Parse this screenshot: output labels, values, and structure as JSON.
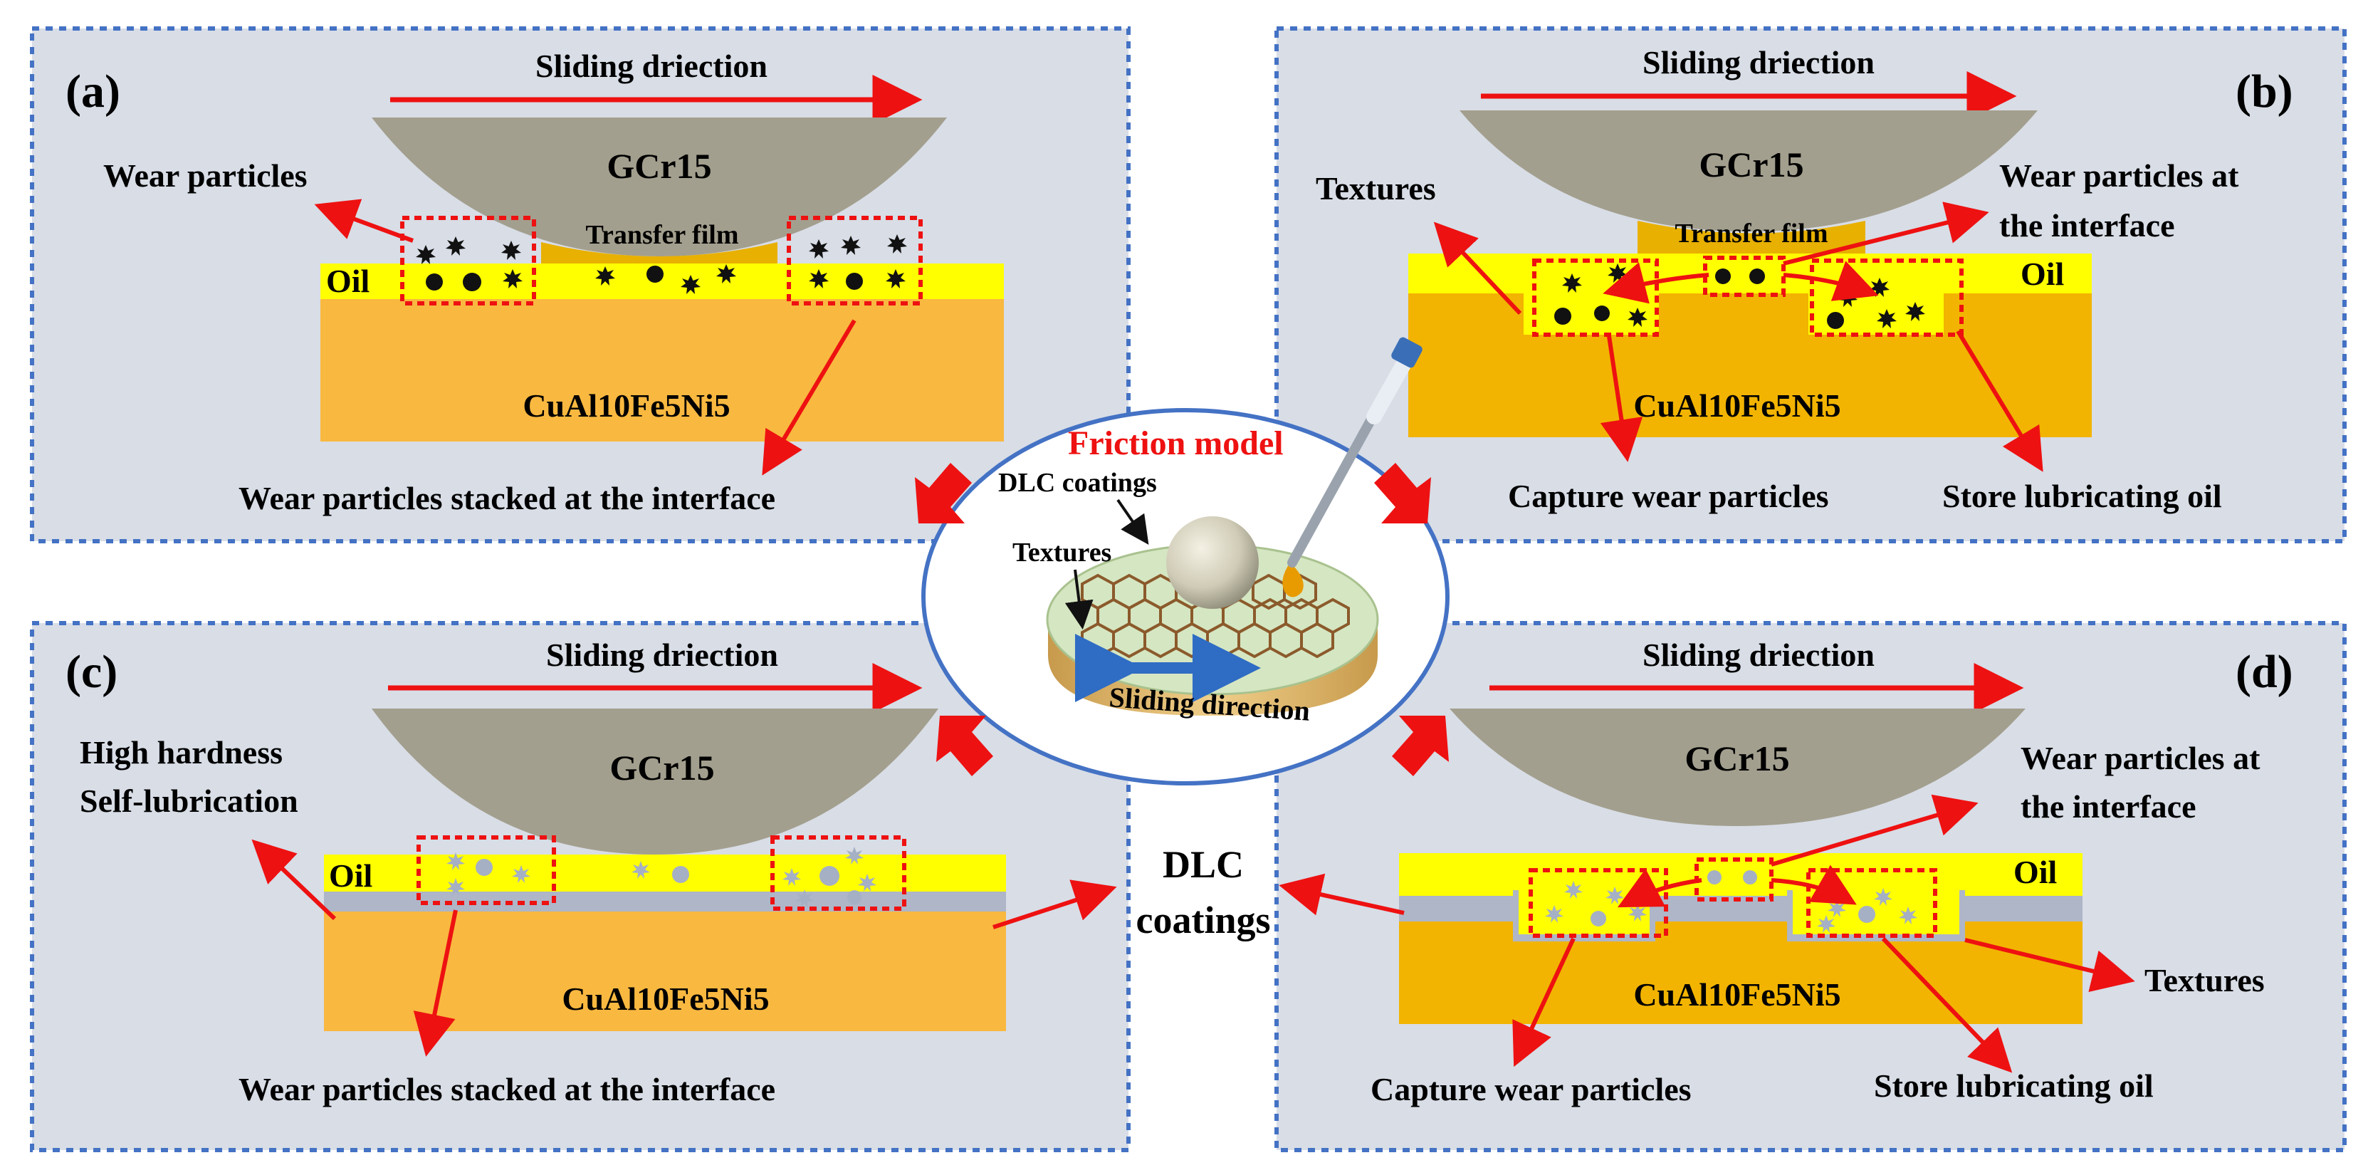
{
  "colors": {
    "panel_bg": "#d8dde6",
    "panel_border": "#4472c4",
    "ball": "#a39f8e",
    "substrate_a_c": "#f9b840",
    "substrate_b_d": "#f2b400",
    "oil": "#ffff00",
    "transfer_film": "#e8b000",
    "dlc_layer": "#aeb6c8",
    "arrow": "#ee1111",
    "dotted_box": "#ee1111",
    "black_particle": "#111111",
    "grey_particle": "#a6b0c4",
    "center_circle_border": "#4472c4",
    "friction_model_title": "#ee1111"
  },
  "panel_a": {
    "tag": "(a)",
    "sliding": "Sliding driection",
    "ball": "GCr15",
    "wear_particles": "Wear particles",
    "transfer_film": "Transfer film",
    "oil": "Oil",
    "substrate": "CuAl10Fe5Ni5",
    "bottom": "Wear particles stacked at the interface"
  },
  "panel_b": {
    "tag": "(b)",
    "sliding": "Sliding driection",
    "ball": "GCr15",
    "textures": "Textures",
    "transfer_film": "Transfer film",
    "wear_interface_1": "Wear particles at",
    "wear_interface_2": "the interface",
    "oil": "Oil",
    "substrate": "CuAl10Fe5Ni5",
    "capture": "Capture wear particles",
    "store": "Store  lubricating oil"
  },
  "panel_c": {
    "tag": "(c)",
    "sliding": "Sliding driection",
    "ball": "GCr15",
    "hardness_1": "High hardness",
    "hardness_2": "Self-lubrication",
    "oil": "Oil",
    "substrate": "CuAl10Fe5Ni5",
    "bottom": "Wear particles stacked at the interface"
  },
  "panel_d": {
    "tag": "(d)",
    "sliding": "Sliding driection",
    "ball": "GCr15",
    "wear_interface_1": "Wear particles at",
    "wear_interface_2": "the interface",
    "oil": "Oil",
    "substrate": "CuAl10Fe5Ni5",
    "textures": "Textures",
    "capture": "Capture wear particles",
    "store": "Store  lubricating oil"
  },
  "center": {
    "title": "Friction model",
    "dlc_coatings": "DLC coatings",
    "textures": "Textures",
    "sliding_direction": "Sliding direction"
  },
  "dlc_label": {
    "line1": "DLC",
    "line2": "coatings"
  }
}
